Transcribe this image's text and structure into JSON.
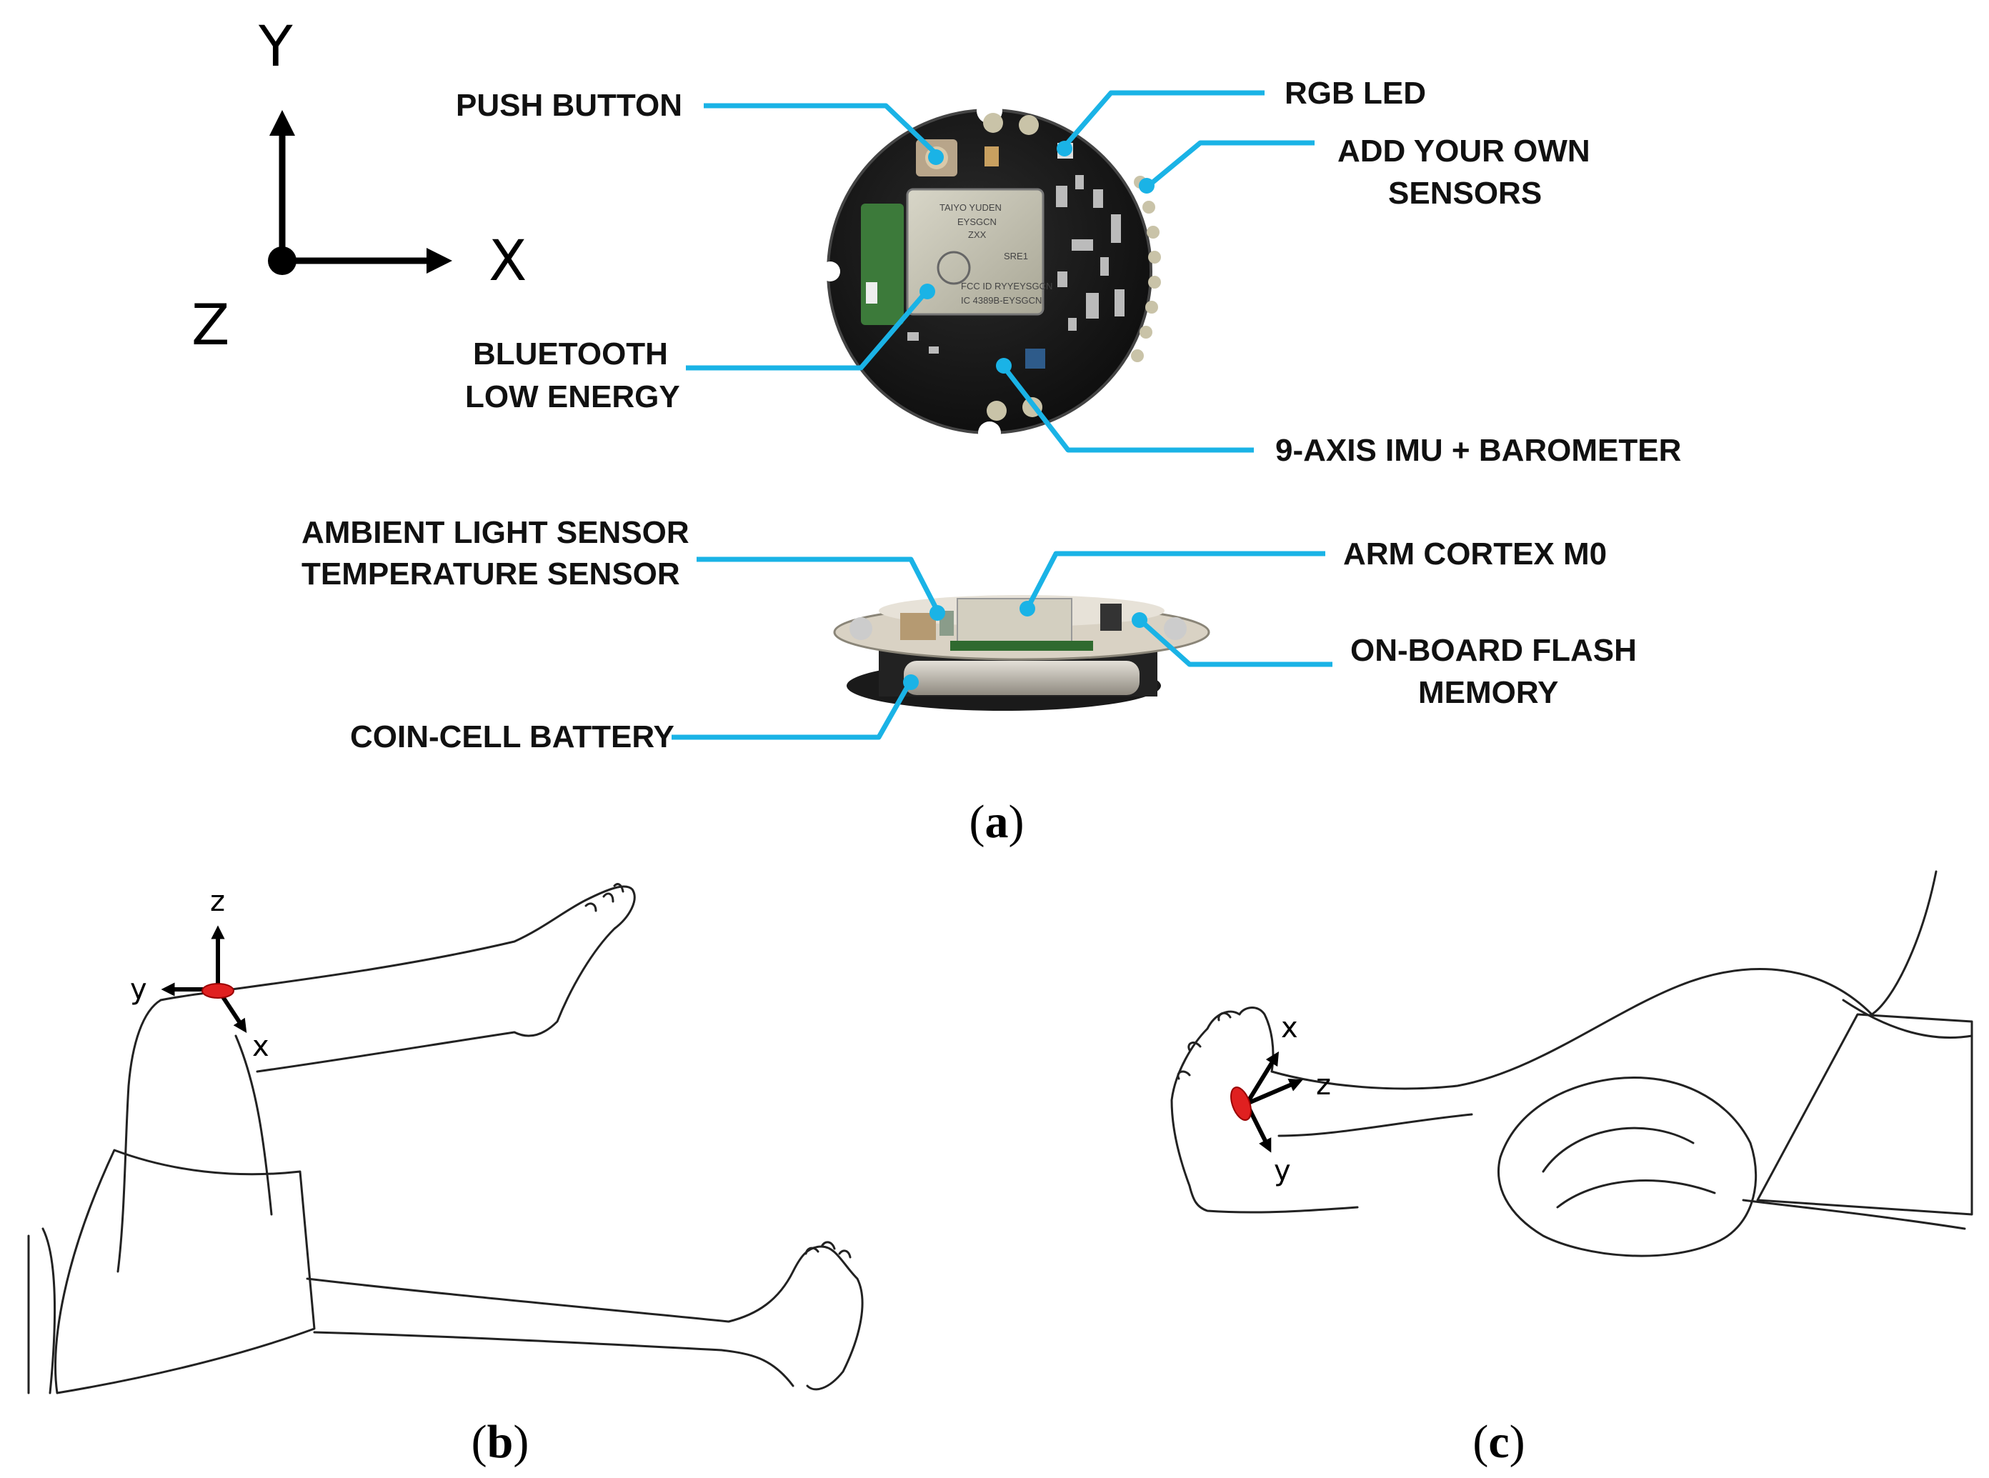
{
  "panel_a": {
    "axes": {
      "y": "Y",
      "x": "X",
      "z": "Z"
    },
    "callouts": {
      "push_button": "PUSH BUTTON",
      "rgb_led": "RGB LED",
      "add_sensors_1": "ADD YOUR OWN",
      "add_sensors_2": "SENSORS",
      "bluetooth_1": "BLUETOOTH",
      "bluetooth_2": "LOW ENERGY",
      "imu": "9-AXIS IMU + BAROMETER",
      "ambient_1": "AMBIENT LIGHT SENSOR",
      "ambient_2": "TEMPERATURE SENSOR",
      "arm": "ARM CORTEX M0",
      "flash_1": "ON-BOARD FLASH",
      "flash_2": "MEMORY",
      "battery": "COIN-CELL BATTERY"
    },
    "chip_text": {
      "line1": "TAIYO YUDEN",
      "line2": "EYSGCN",
      "line3": "ZXX",
      "line4": "SRE1",
      "line5": "FCC ID RYYEYSGCN",
      "line6": "IC 4389B-EYSGCN"
    },
    "caption": {
      "open": "(",
      "letter": "a",
      "close": ")"
    }
  },
  "panel_b": {
    "axes": {
      "z": "z",
      "y": "y",
      "x": "x"
    },
    "caption": {
      "open": "(",
      "letter": "b",
      "close": ")"
    }
  },
  "panel_c": {
    "axes": {
      "x": "x",
      "z": "z",
      "y": "y"
    },
    "caption": {
      "open": "(",
      "letter": "c",
      "close": ")"
    }
  },
  "colors": {
    "leader": "#1ab3e6",
    "sensor_marker": "#e02020",
    "board": "#1a1a1a"
  }
}
